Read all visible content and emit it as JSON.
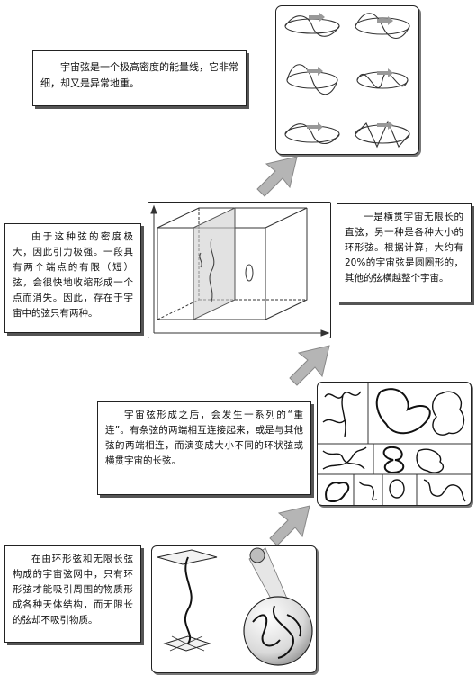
{
  "steps": [
    {
      "text": "宇宙弦是一个极高密度的能量线，它非常细，却又是异常地重。"
    },
    {
      "text": "由于这种弦的密度极大，因此引力极强。一段具有两个端点的有限（短）弦，会很快地收缩形成一个点而消失。因此，存在于宇宙中的弦只有两种。"
    },
    {
      "text": "一是横贯宇宙无限长的直弦，另一种是各种大小的环形弦。根据计算，大约有20%的宇宙弦是圆圈形的，其他的弦横越整个宇宙。"
    },
    {
      "text": "宇宙弦形成之后，会发生一系列的“重连”。有条弦的两端相互连接起来，或是与其他弦的两端相连，而演变成大小不同的环状弦或横贯宇宙的长弦。"
    },
    {
      "text": "在由环形弦和无限长弦构成的宇宙弦网中，只有环形弦才能吸引周围的物质形成各种天体结构，而无限长的弦却不吸引物质。"
    }
  ],
  "colors": {
    "arrow": "#b5b5b5",
    "ink": "#222222",
    "shade": "#cfcfcf"
  }
}
